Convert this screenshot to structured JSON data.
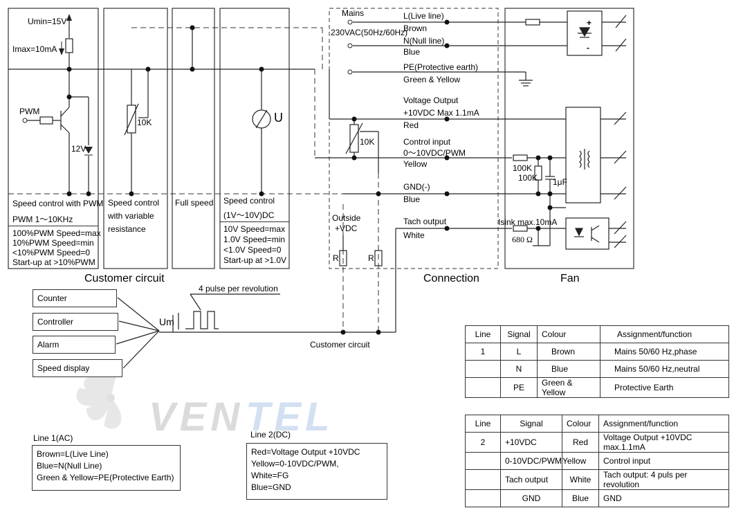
{
  "customer": {
    "umin": "Umin=15V",
    "imax": "Imax=10mA",
    "pwm": "PWM",
    "zener": "12V",
    "pwm_title": "Speed control with PWM",
    "pwm_freq": "PWM  1～10KHz",
    "pwm_rows": [
      "100%PWM    Speed=max",
      "10%PWM     Speed=min",
      "<10%PWM     Speed=0",
      "Start-up at >10%PWM"
    ],
    "var_res": [
      "Speed control",
      "with variable",
      "resistance"
    ],
    "pot": "10K",
    "full_speed": "Full speed",
    "dc_title": "Speed control",
    "dc_range": "(1V～10V)DC",
    "dc_rows": [
      "10V    Speed=max",
      "1.0V   Speed=min",
      "<1.0V   Speed=0",
      "Start-up at >1.0V"
    ],
    "meter": "U",
    "caption": "Customer circuit"
  },
  "connection": {
    "mains": "Mains",
    "mains_v": "230VAC(50Hz/60Hz)",
    "lines": [
      {
        "name": "L(Live line)",
        "colour": "Brown"
      },
      {
        "name": "N(Null line)",
        "colour": "Blue"
      },
      {
        "name": "PE(Protective earth)",
        "colour": "Green & Yellow"
      },
      {
        "name": "Voltage Output",
        "extra": "+10VDC Max 1.1mA",
        "colour": "Red"
      },
      {
        "name": "Control input",
        "extra": "0～10VDC/PWM",
        "colour": "Yellow"
      },
      {
        "name": "GND(-)",
        "colour": "Blue"
      },
      {
        "name": "Tach output",
        "colour": "White"
      }
    ],
    "pot": "10K",
    "outside": "Outside",
    "outside_v": "+VDC",
    "r": "R",
    "caption": "Connection"
  },
  "fan": {
    "r1": "100K",
    "r2": "100K",
    "cap": "1μF",
    "isink": "Isink max.10mA",
    "r3": "680 Ω",
    "caption": "Fan",
    "plus": "+",
    "minus": "-"
  },
  "pulse": {
    "label": "4 pulse per revolution",
    "um": "Um",
    "circuit": "Customer circuit",
    "devices": [
      "Counter",
      "Controller",
      "Alarm",
      "Speed display"
    ]
  },
  "watermark": "VENTEL",
  "line1": {
    "title": "Line 1(AC)",
    "rows": [
      "Brown=L(Live Line)",
      "Blue=N(Null Line)",
      "Green & Yellow=PE(Protective Earth)"
    ]
  },
  "line2": {
    "title": "Line 2(DC)",
    "rows": [
      "Red=Voltage Output +10VDC",
      "Yellow=0-10VDC/PWM,",
      "White=FG",
      "Blue=GND"
    ]
  },
  "table1": {
    "headers": [
      "Line",
      "Signal",
      "Colour",
      "Assignment/function"
    ],
    "rows": [
      [
        "1",
        "L",
        "Brown",
        "Mains 50/60 Hz,phase"
      ],
      [
        "",
        "N",
        "Blue",
        "Mains 50/60 Hz,neutral"
      ],
      [
        "",
        "PE",
        "Green & Yellow",
        "Protective Earth"
      ]
    ]
  },
  "table2": {
    "headers": [
      "Line",
      "Signal",
      "Colour",
      "Assignment/function"
    ],
    "rows": [
      [
        "2",
        "+10VDC",
        "Red",
        "Voltage Output +10VDC max.1.1mA"
      ],
      [
        "",
        "0-10VDC/PWM",
        "Yellow",
        "Control input"
      ],
      [
        "",
        "Tach output",
        "White",
        "Tach output: 4 puls per revolution"
      ],
      [
        "",
        "GND",
        "Blue",
        "GND"
      ]
    ]
  }
}
